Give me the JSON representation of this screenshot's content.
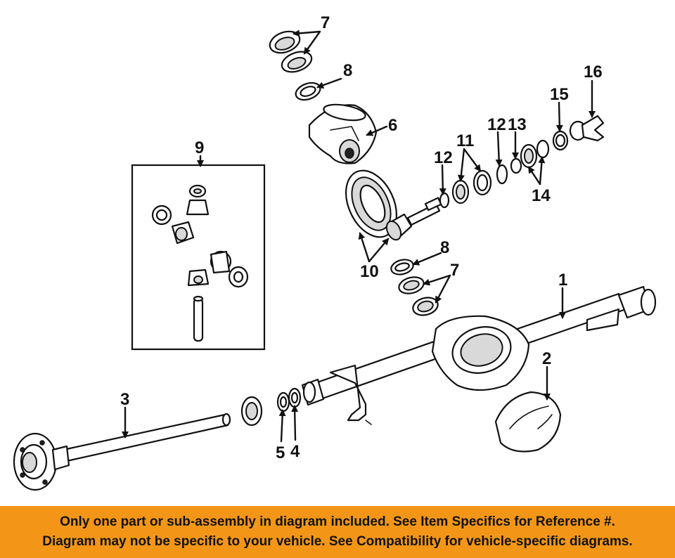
{
  "diagram": {
    "callouts": {
      "c1": "1",
      "c2": "2",
      "c3": "3",
      "c4": "4",
      "c5": "5",
      "c6": "6",
      "c7a": "7",
      "c7b": "7",
      "c8a": "8",
      "c8b": "8",
      "c9": "9",
      "c10": "10",
      "c11": "11",
      "c12a": "12",
      "c12b": "12",
      "c13": "13",
      "c14": "14",
      "c15": "15",
      "c16": "16"
    }
  },
  "banner": {
    "line1": "Only one part or sub-assembly in diagram included. See Item Specifics for Reference #.",
    "line2": "Diagram may not be specific to your vehicle. See Compatibility for vehicle-specific diagrams.",
    "background": "#f39617"
  }
}
